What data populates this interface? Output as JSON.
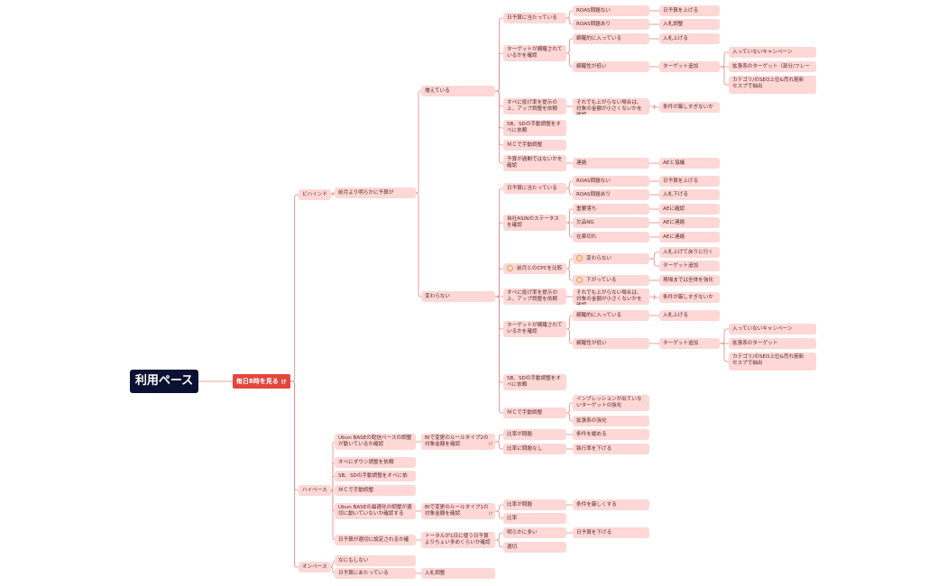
{
  "colors": {
    "root": "#0b1131",
    "hub": "#e3463c",
    "node": "#fdd8d6",
    "line": "#e88585",
    "marker": "#f39a2f"
  },
  "root": "利用ペース",
  "hub": {
    "label": "毎日8時を見る",
    "link_icon": "ゖ"
  },
  "branches": {
    "behind": "ビハインド",
    "high_pace": "ハイペース",
    "on_pace": "オンペース"
  },
  "behind_tree": {
    "cond": "前月より明らかに予算が",
    "increased": "増えている",
    "unchanged": "変わらない",
    "budget_hit": "日予算に当たっている",
    "roas_ng": "ROAS問題ない",
    "raise_budget": "日予算を上げる",
    "roas_bad": "ROAS問題あり",
    "bid_down": "入札調整",
    "target_check": "ターゲットが網羅されているかを確認",
    "covered": "網羅的に入っている",
    "bid_up": "入札上げる",
    "uncovered": "網羅性が低い",
    "add_target": "ターゲット追加",
    "campaigns": "入っていないキャンペーン",
    "expand_phrase": "拡張系のターゲット（部分/フレーズ）",
    "category_seo": "カテゴリ/のSEO上位&売れ筋新",
    "category_seo2": "セスプで抽出",
    "propose_op": "オペに投げ率を提示の上、アップ調整を依頼",
    "if_not_rise": "それでも上がらない場合は、対象の金額が小さくないかを確認",
    "check_cond": "条件が厳しすぎないか確認",
    "sb_sd": "SB、SDの手動調整をオペに依頼",
    "mc_manual": "ＭＣで手動調整",
    "budget_ok": "予算が過剰ではないかを確認",
    "contact": "連絡",
    "ae_meet": "AEと協議",
    "roas_ng2": "ROAS問題ない",
    "raise2": "日予算を上げる",
    "roas_bad2": "ROAS問題あり",
    "bid_down2": "入札下げる",
    "asin_status": "自社ASINのステータスを確認",
    "price_drop": "重要落ち",
    "ae_check": "AEに確認",
    "out_of_stock": "欠品NG",
    "ae_contact": "AEに連絡",
    "stock_cut": "在庫切れ",
    "ae_contact2": "AEに連絡",
    "cpc_compare": "前月とのCPCを比較",
    "cpc_same": "変わらない",
    "bid_up_then": "入札上げて戻りに行く",
    "add_target2": "ターゲット追加",
    "cpc_down": "下がっている",
    "strengthen": "現場までは全体を強化",
    "propose_op2": "オペに投げ率を提示の上、アップ調整を依頼",
    "if_not_rise2": "それでも上がらない場合は、対象の金額が小さくないかを確認",
    "check_cond2": "条件が厳しすぎないか確認",
    "target_check2": "ターゲットが網羅されているかを確認",
    "covered2": "網羅的に入っている",
    "bid_up2": "入札上げる",
    "uncovered2": "網羅性が低い",
    "add_target3": "ターゲット追加",
    "campaigns2": "入っていないキャンペーン",
    "expand2": "拡張系のターゲット",
    "category_seo3": "カテゴリ/のSEO上位&売れ筋新",
    "category_seo4": "セスプで抽出",
    "sb_sd2": "SB、SDの手動調整をオペに依頼",
    "mc_manual2": "ＭＣで手動調整",
    "impression": "インプレッションが出ていないターゲットの強化",
    "expand3": "拡張系の強化"
  },
  "high_tree": {
    "ubun_check": "Ubun BASEの配信ペースの調整が動いているか確認",
    "rule_check": "BIで変更のルールタイプ2の対象金額を確認",
    "ratio_issue": "比率が問題",
    "relax": "条件を緩める",
    "ratio_ok": "比率に問題なし",
    "lower_rate": "執行率を下げる",
    "op_down": "オペにダウン調整を依頼",
    "sb_sd": "SB、SDの手動調整をオペに依頼",
    "mc_manual": "ＭＣで手動調整",
    "ubun_opt": "Ubun BASEの最適化の調整が適切に動いていないか確認する",
    "rule_check2": "BIで変更のルールタイプ1の対象金額を確認",
    "ratio_issue2": "比率が問題",
    "tighten": "条件を厳しくする",
    "ratio2": "比率",
    "daily_budget": "日予算が適切に設定されるか確認",
    "total_check": "トータルが1日に使う日予算よりちょい多めくらいか確認",
    "clearly_high": "明らかに多い",
    "lower_budget": "日予算を下げる",
    "appropriate": "適切"
  },
  "on_tree": {
    "nothing": "なにもしない",
    "budget_hit": "日予算にあたっている",
    "bid_adjust": "入札調整"
  }
}
